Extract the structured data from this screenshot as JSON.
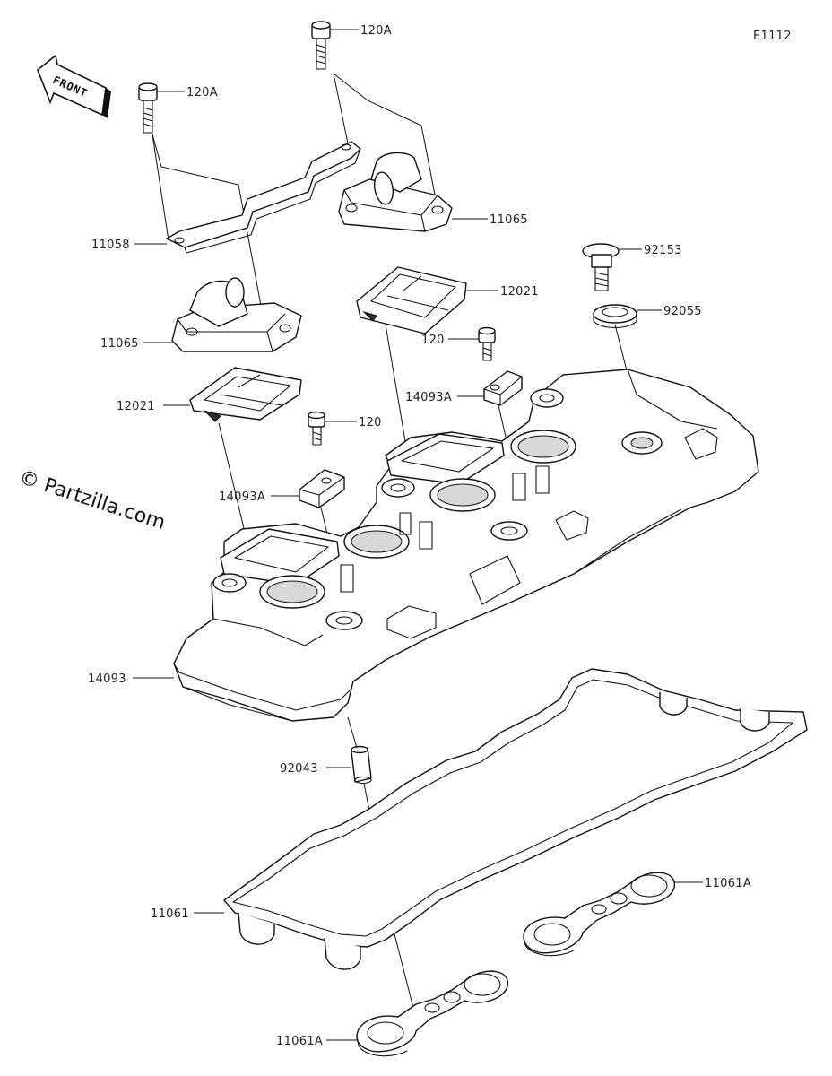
{
  "diagram_code": "E1112",
  "watermark": "© Partzilla.com",
  "front_label": "FRONT",
  "labels": {
    "bolt_120a_top": "120A",
    "bolt_120a_left": "120A",
    "cover_11065_right": "11065",
    "plate_11058": "11058",
    "cover_11065_left": "11065",
    "gasket_12021_right": "12021",
    "gasket_12021_left": "12021",
    "bolt_92153": "92153",
    "washer_92055": "92055",
    "bolt_120_right": "120",
    "rubber_14093a_right": "14093A",
    "bolt_120_left": "120",
    "rubber_14093a_left": "14093A",
    "head_cover_14093": "14093",
    "dowel_92043": "92043",
    "gasket_11061": "11061",
    "gasket_11061a_right": "11061A",
    "gasket_11061a_bottom": "11061A"
  }
}
